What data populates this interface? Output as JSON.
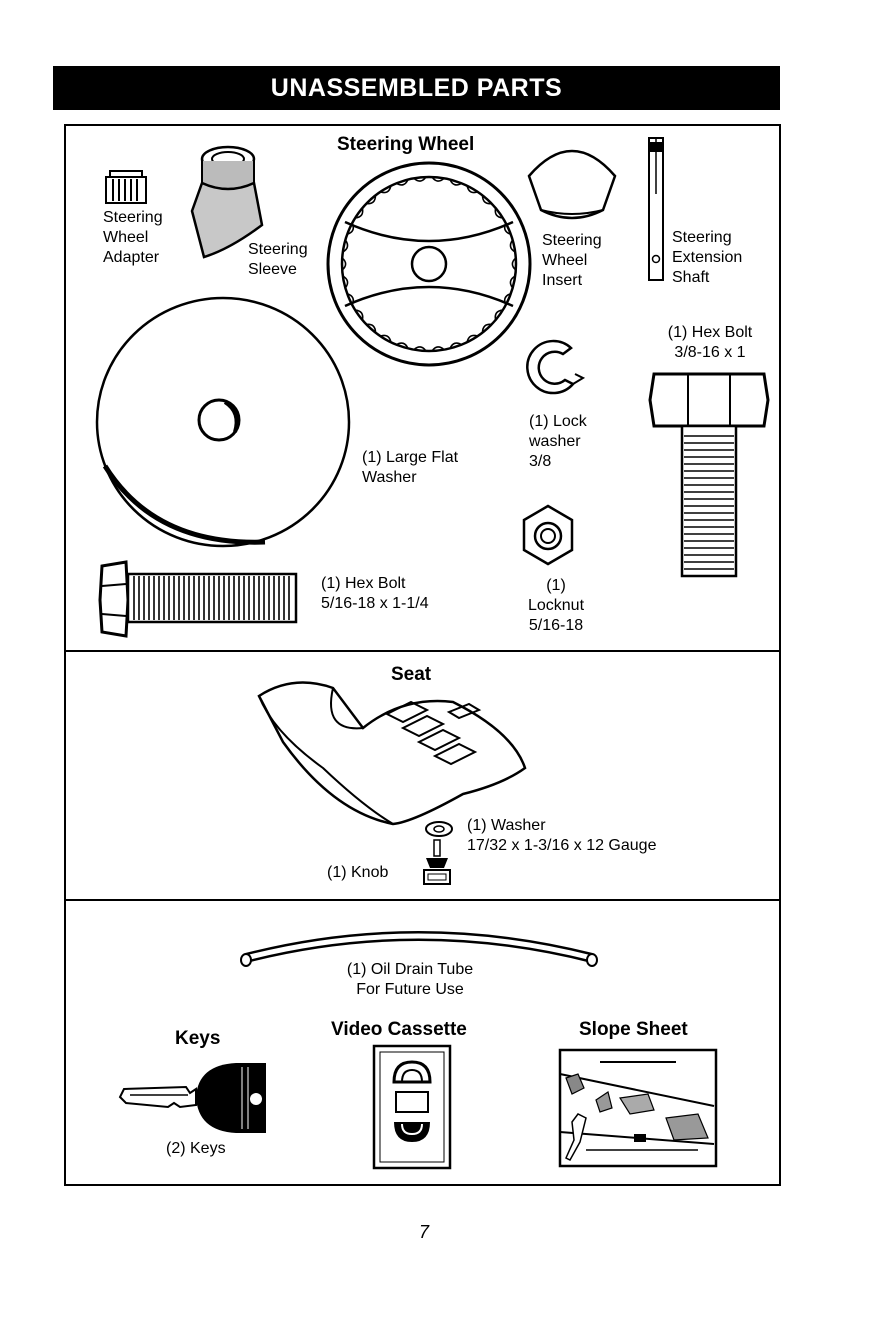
{
  "title": "UNASSEMBLED PARTS",
  "hardware": {
    "steering_wheel_title": "Steering Wheel",
    "adapter": "Steering\nWheel\nAdapter",
    "sleeve": "Steering\nSleeve",
    "insert": "Steering\nWheel\nInsert",
    "extension_shaft": "Steering\nExtension\nShaft",
    "hex_bolt_large": "(1) Hex Bolt\n3/8-16 x 1",
    "lock_washer": "(1) Lock\nwasher\n3/8",
    "flat_washer": "(1) Large Flat\nWasher",
    "locknut": "(1)\nLocknut\n5/16-18",
    "hex_bolt_small": "(1) Hex Bolt\n5/16-18 x 1-1/4"
  },
  "seat": {
    "title": "Seat",
    "washer": "(1) Washer\n17/32 x 1-3/16 x 12 Gauge",
    "knob": "(1) Knob"
  },
  "misc": {
    "oil_tube": "(1) Oil Drain Tube\nFor Future Use",
    "keys_title": "Keys",
    "keys_label": "(2) Keys",
    "video_title": "Video Cassette",
    "slope_title": "Slope Sheet"
  },
  "page_number": "7"
}
